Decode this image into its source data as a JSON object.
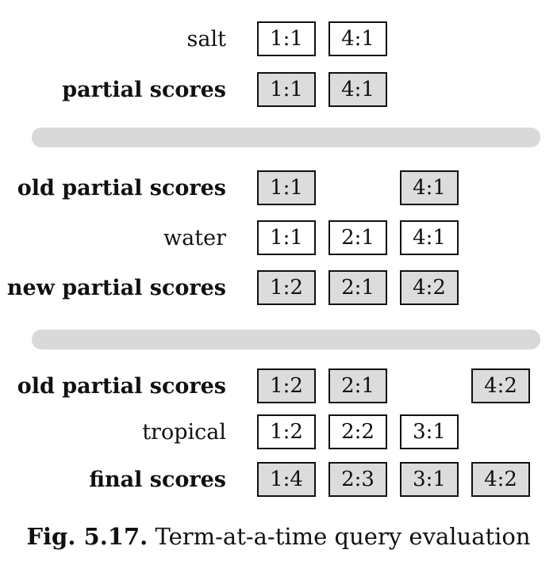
{
  "section1": {
    "salt": {
      "label": "salt",
      "cells": [
        "1:1",
        "4:1"
      ]
    },
    "partial": {
      "label": "partial scores",
      "cells": [
        "1:1",
        "4:1"
      ]
    }
  },
  "section2": {
    "old": {
      "label": "old partial scores",
      "cells": [
        "1:1",
        "4:1"
      ]
    },
    "water": {
      "label": "water",
      "cells": [
        "1:1",
        "2:1",
        "4:1"
      ]
    },
    "new": {
      "label": "new partial scores",
      "cells": [
        "1:2",
        "2:1",
        "4:2"
      ]
    }
  },
  "section3": {
    "old": {
      "label": "old partial scores",
      "cells": [
        "1:2",
        "2:1",
        "4:2"
      ]
    },
    "tropical": {
      "label": "tropical",
      "cells": [
        "1:2",
        "2:2",
        "3:1"
      ]
    },
    "final": {
      "label": "final scores",
      "cells": [
        "1:4",
        "2:3",
        "3:1",
        "4:2"
      ]
    }
  },
  "caption": {
    "fig": "Fig. 5.17.",
    "text": " Term-at-a-time query evaluation"
  },
  "colors": {
    "shaded": "#dcdcdc",
    "divider": "#d9d9d9",
    "border": "#111111"
  }
}
